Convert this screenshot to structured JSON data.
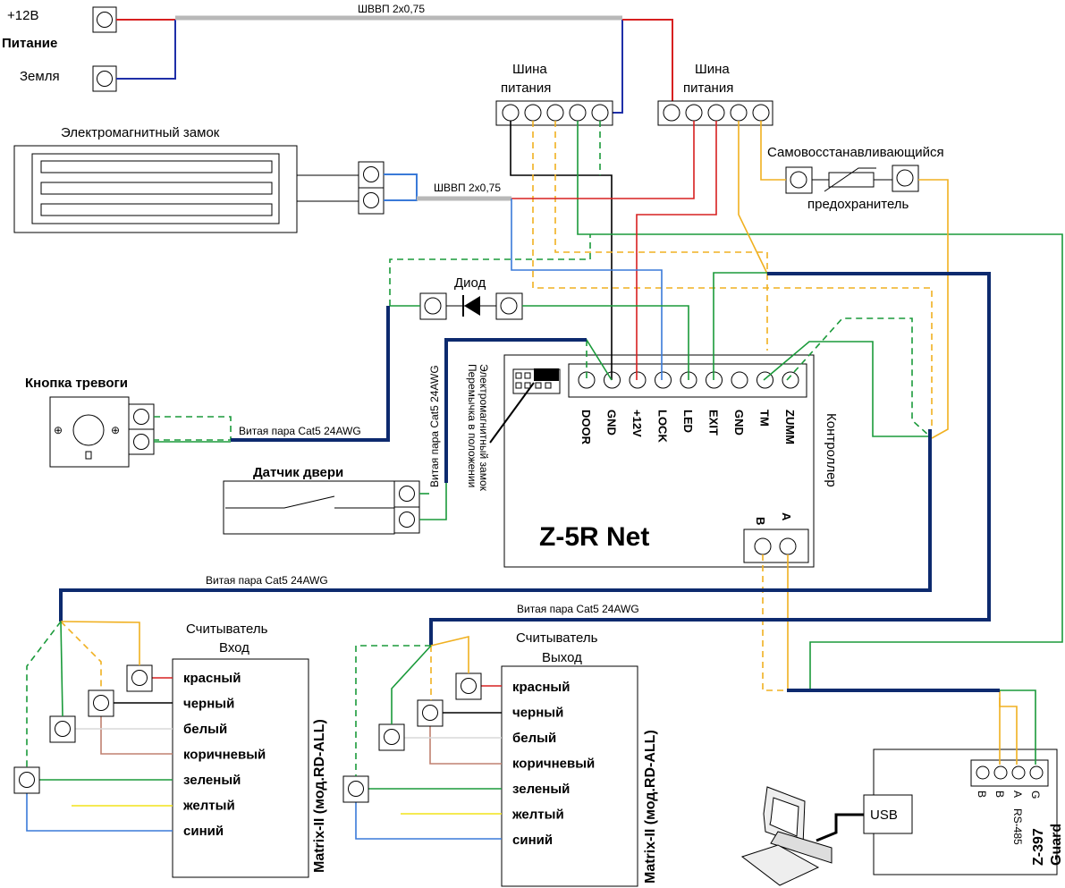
{
  "colors": {
    "red": "#d72020",
    "blue": "#1f2fa8",
    "blue_light": "#3a7ad8",
    "green": "#1a9a3a",
    "yellow": "#f0b020",
    "yellow_light": "#f2e418",
    "black": "#000000",
    "gray_cable": "#b8b8b8",
    "navy_cable": "#0d2a6e",
    "brown": "#c08070",
    "white_wire": "#d8d8d8"
  },
  "power": {
    "plus12": "+12В",
    "title": "Питание",
    "ground": "Земля"
  },
  "cables": {
    "shvvp_top": "ШВВП 2х0,75",
    "shvvp_lock": "ШВВП 2х0,75",
    "cat5_alarm": "Витая пара Cat5 24AWG",
    "cat5_door": "Витая пара Cat5 24AWG",
    "cat5_reader_in": "Витая пара Cat5 24AWG",
    "cat5_reader_out": "Витая пара Cat5 24AWG"
  },
  "bus1": {
    "line1": "Шина",
    "line2": "питания"
  },
  "bus2": {
    "line1": "Шина",
    "line2": "питания"
  },
  "lock": {
    "title": "Электромагнитный замок"
  },
  "fuse": {
    "line1": "Самовосстанавливающийся",
    "line2": "предохранитель"
  },
  "diode": {
    "label": "Диод"
  },
  "alarm": {
    "title": "Кнопка тревоги"
  },
  "door_sensor": {
    "title": "Датчик двери"
  },
  "jumper": {
    "line1": "Перемычка в положении",
    "line2": "Электромагнитный замок"
  },
  "controller": {
    "name": "Z-5R Net",
    "side_label": "Контроллер",
    "pins": [
      "DOOR",
      "GND",
      "+12V",
      "LOCK",
      "LED",
      "EXIT",
      "GND",
      "TM",
      "ZUMM"
    ],
    "rs_pins": [
      "B",
      "A"
    ]
  },
  "reader_in": {
    "title1": "Считыватель",
    "title2": "Вход",
    "model": "Matrix-II (мод.RD-ALL)",
    "wires": [
      "красный",
      "черный",
      "белый",
      "коричневый",
      "зеленый",
      "желтый",
      "синий"
    ]
  },
  "reader_out": {
    "title1": "Считыватель",
    "title2": "Выход",
    "model": "Matrix-II (мод.RD-ALL)",
    "wires": [
      "красный",
      "черный",
      "белый",
      "коричневый",
      "зеленый",
      "желтый",
      "синий"
    ]
  },
  "guard": {
    "name1": "Z-397",
    "name2": "Guard",
    "usb": "USB",
    "pins": [
      "В",
      "B",
      "A",
      "G"
    ],
    "rs_label": "RS-485"
  }
}
